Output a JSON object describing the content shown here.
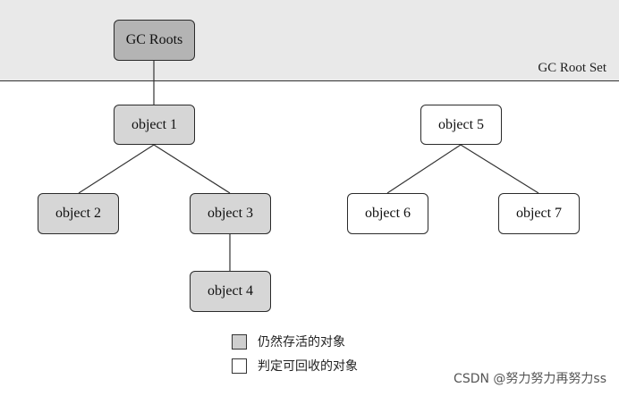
{
  "root_set_label": "GC Root Set",
  "nodes": {
    "gc_roots": "GC Roots",
    "object1": "object 1",
    "object2": "object 2",
    "object3": "object 3",
    "object4": "object 4",
    "object5": "object 5",
    "object6": "object 6",
    "object7": "object 7"
  },
  "legend": {
    "alive": "仍然存活的对象",
    "dead": "判定可回收的对象"
  },
  "watermark": "CSDN @努力努力再努力ss",
  "colors": {
    "root_set_band": "#e9e9e9",
    "gc_roots_fill": "#b4b4b4",
    "alive_fill": "#d6d6d6",
    "dead_fill": "#ffffff"
  }
}
